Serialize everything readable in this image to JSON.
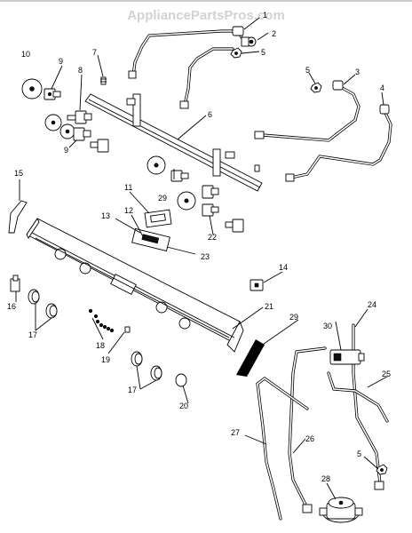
{
  "watermark": "AppliancePartsPros.com",
  "labels": {
    "p1": "1",
    "p2": "2",
    "p3": "3",
    "p4": "4",
    "p5a": "5",
    "p5b": "5",
    "p5c": "5",
    "p6": "6",
    "p7": "7",
    "p8": "8",
    "p9a": "9",
    "p9b": "9",
    "p10": "10",
    "p11": "11",
    "p12": "12",
    "p13": "13",
    "p14": "14",
    "p15": "15",
    "p16": "16",
    "p17a": "17",
    "p17b": "17",
    "p18": "18",
    "p19": "19",
    "p20": "20",
    "p21": "21",
    "p22": "22",
    "p23": "23",
    "p24": "24",
    "p25": "25",
    "p26": "26",
    "p27": "27",
    "p28": "28",
    "p29a": "29",
    "p29b": "29",
    "p30": "30"
  }
}
